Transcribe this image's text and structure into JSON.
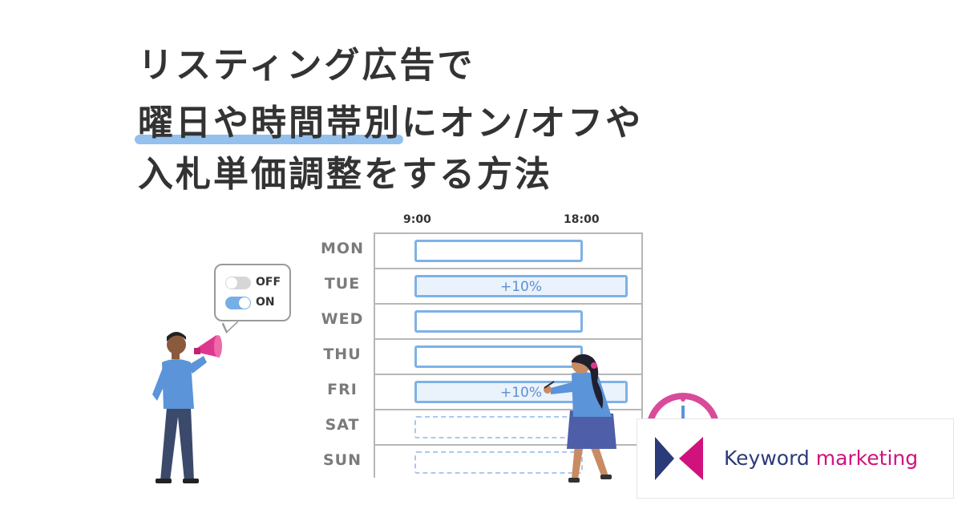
{
  "title": {
    "line1": "リスティング広告で",
    "line2_highlight": "曜日や時間帯別",
    "line2_rest": "にオン/オフや",
    "line3": "入札単価調整をする方法"
  },
  "schedule": {
    "time_labels": [
      "9:00",
      "18:00"
    ],
    "days": [
      {
        "label": "MON",
        "bar_label": "",
        "style": "normal",
        "span": "9-18"
      },
      {
        "label": "TUE",
        "bar_label": "+10%",
        "style": "boost",
        "span": "9-end"
      },
      {
        "label": "WED",
        "bar_label": "",
        "style": "normal",
        "span": "9-18"
      },
      {
        "label": "THU",
        "bar_label": "",
        "style": "normal",
        "span": "9-18"
      },
      {
        "label": "FRI",
        "bar_label": "+10%",
        "style": "boost",
        "span": "9-end"
      },
      {
        "label": "SAT",
        "bar_label": "",
        "style": "dashed",
        "span": "9-18"
      },
      {
        "label": "SUN",
        "bar_label": "",
        "style": "dashed",
        "span": "9-18"
      }
    ]
  },
  "bubble": {
    "off_label": "OFF",
    "on_label": "ON"
  },
  "logo": {
    "word1": "Keyword",
    "word2": "marketing"
  },
  "colors": {
    "title": "#333333",
    "highlight": "#93c0ec",
    "bar_border": "#7fb1e6",
    "bar_fill": "#eaf2fc",
    "logo_navy": "#2b3a78",
    "logo_magenta": "#d0127c",
    "megaphone": "#e0378e",
    "clock": "#d94a9a"
  }
}
